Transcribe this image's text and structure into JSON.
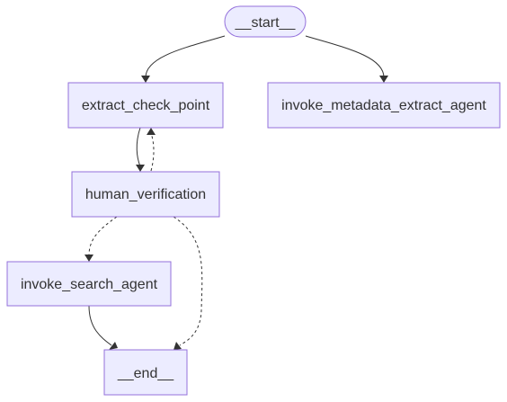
{
  "diagram": {
    "nodes": [
      {
        "id": "start",
        "label": "__start__",
        "shape": "stadium"
      },
      {
        "id": "extract_check_point",
        "label": "extract_check_point",
        "shape": "rect"
      },
      {
        "id": "invoke_metadata_extract_agent",
        "label": "invoke_metadata_extract_agent",
        "shape": "rect"
      },
      {
        "id": "human_verification",
        "label": "human_verification",
        "shape": "rect"
      },
      {
        "id": "invoke_search_agent",
        "label": "invoke_search_agent",
        "shape": "rect"
      },
      {
        "id": "end",
        "label": "__end__",
        "shape": "rect"
      }
    ],
    "edges": [
      {
        "from": "start",
        "to": "extract_check_point",
        "style": "solid"
      },
      {
        "from": "start",
        "to": "invoke_metadata_extract_agent",
        "style": "solid"
      },
      {
        "from": "extract_check_point",
        "to": "human_verification",
        "style": "solid"
      },
      {
        "from": "human_verification",
        "to": "extract_check_point",
        "style": "dashed"
      },
      {
        "from": "human_verification",
        "to": "invoke_search_agent",
        "style": "dashed"
      },
      {
        "from": "human_verification",
        "to": "end",
        "style": "dashed"
      },
      {
        "from": "invoke_search_agent",
        "to": "end",
        "style": "solid"
      }
    ],
    "colors": {
      "node_fill": "#ECECFF",
      "node_stroke": "#9370DB",
      "text": "#333333",
      "edge": "#333333"
    }
  }
}
